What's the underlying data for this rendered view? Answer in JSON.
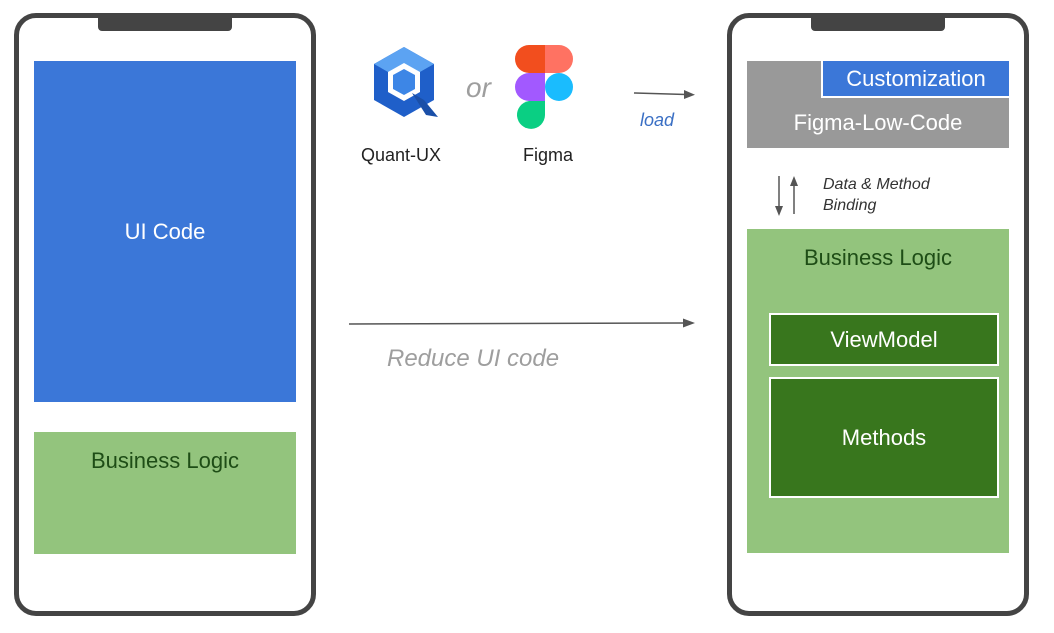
{
  "left_phone": {
    "ui_code": "UI Code",
    "business_logic": "Business Logic"
  },
  "logos": {
    "quant_ux": "Quant-UX",
    "or": "or",
    "figma": "Figma"
  },
  "arrows": {
    "load": "load",
    "reduce": "Reduce UI code"
  },
  "right_phone": {
    "customization": "Customization",
    "figma_low_code": "Figma-Low-Code",
    "binding_line1": "Data & Method",
    "binding_line2": "Binding",
    "business_logic": "Business Logic",
    "viewmodel": "ViewModel",
    "methods": "Methods"
  },
  "colors": {
    "phone_border": "#444444",
    "ui_blue": "#3b77d8",
    "business_green": "#93c47d",
    "dark_green": "#38761d",
    "grey": "#999999",
    "figma_red": "#f24e1e",
    "figma_salmon": "#ff7262",
    "figma_purple": "#a259ff",
    "figma_blue": "#1abcfe",
    "figma_green": "#0acf83"
  }
}
